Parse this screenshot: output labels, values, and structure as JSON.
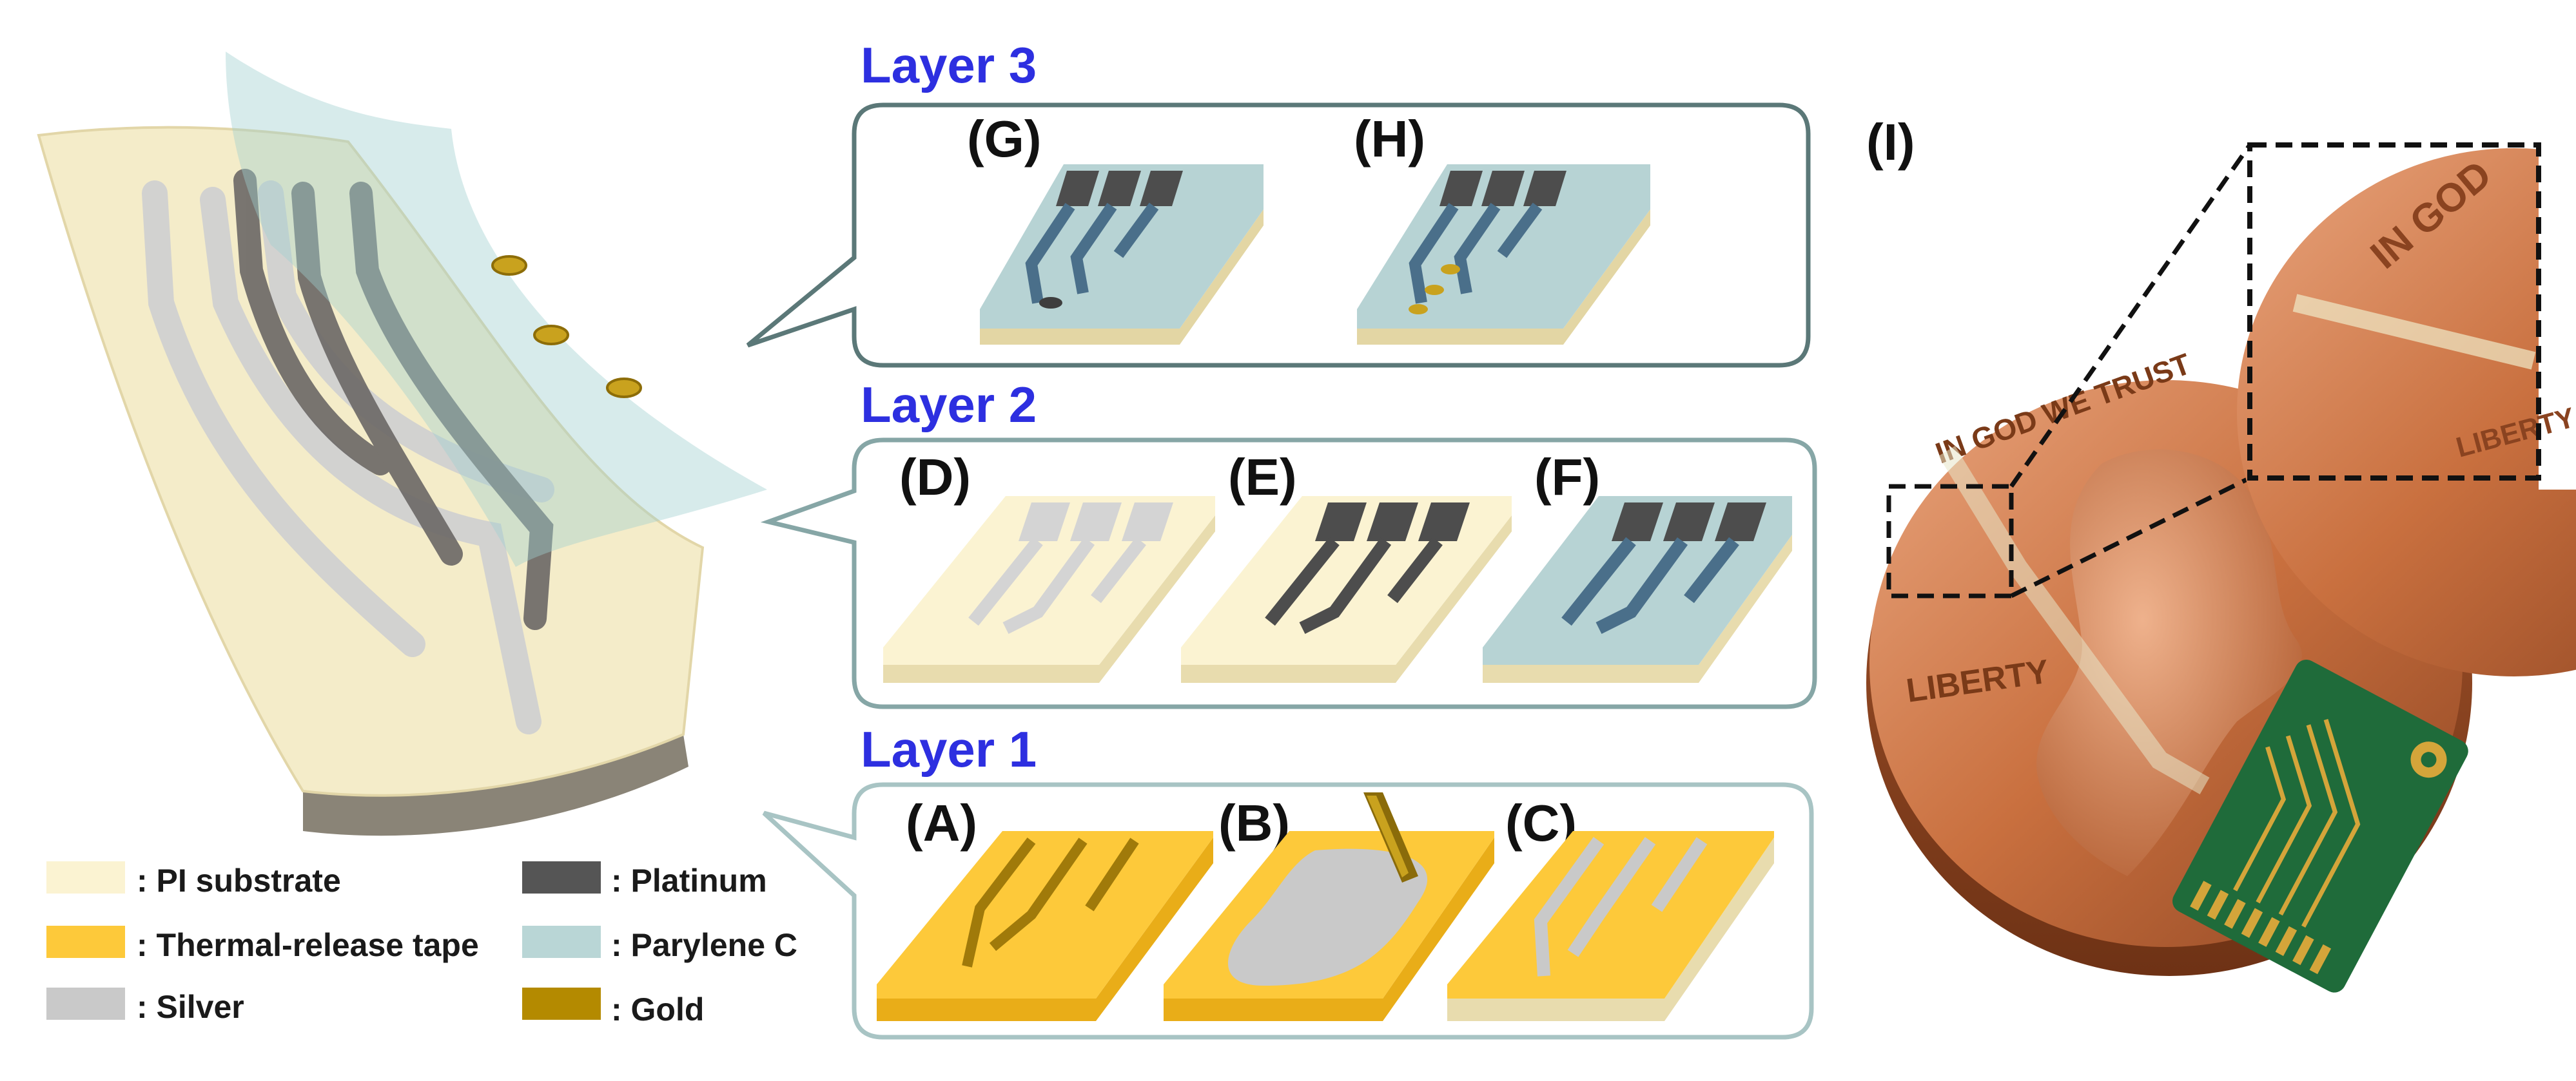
{
  "colors": {
    "pi_substrate": "#fbf3d2",
    "pi_side": "#e8dcae",
    "thermal_tape": "#fdc93a",
    "thermal_side": "#e9ad18",
    "silver": "#c9c9c9",
    "platinum": "#555555",
    "parylene": "#b9d6d6",
    "gold": "#b48a00",
    "layer_title": "#2d2fe0",
    "bubble_stroke_layer3": "#5b7878",
    "bubble_stroke_layer2": "#86a6a6",
    "bubble_stroke_layer1": "#a8c4c4"
  },
  "layers": [
    {
      "title": "Layer 3",
      "panels": [
        "(G)",
        "(H)"
      ]
    },
    {
      "title": "Layer 2",
      "panels": [
        "(D)",
        "(E)",
        "(F)"
      ]
    },
    {
      "title": "Layer 1",
      "panels": [
        "(A)",
        "(B)",
        "(C)"
      ]
    }
  ],
  "photo": {
    "label": "(I)",
    "coin_text": [
      "LIBERTY",
      "IN GOD WE TRUST",
      "IN GOD",
      "LIBERTY"
    ]
  },
  "legend": [
    {
      "label": ": PI substrate",
      "color": "#fbf3d2"
    },
    {
      "label": ": Thermal-release tape",
      "color": "#fdc93a"
    },
    {
      "label": ": Silver",
      "color": "#c9c9c9"
    },
    {
      "label": ": Platinum",
      "color": "#555555"
    },
    {
      "label": ": Parylene C",
      "color": "#b9d6d6"
    },
    {
      "label": ": Gold",
      "color": "#b48a00"
    }
  ]
}
